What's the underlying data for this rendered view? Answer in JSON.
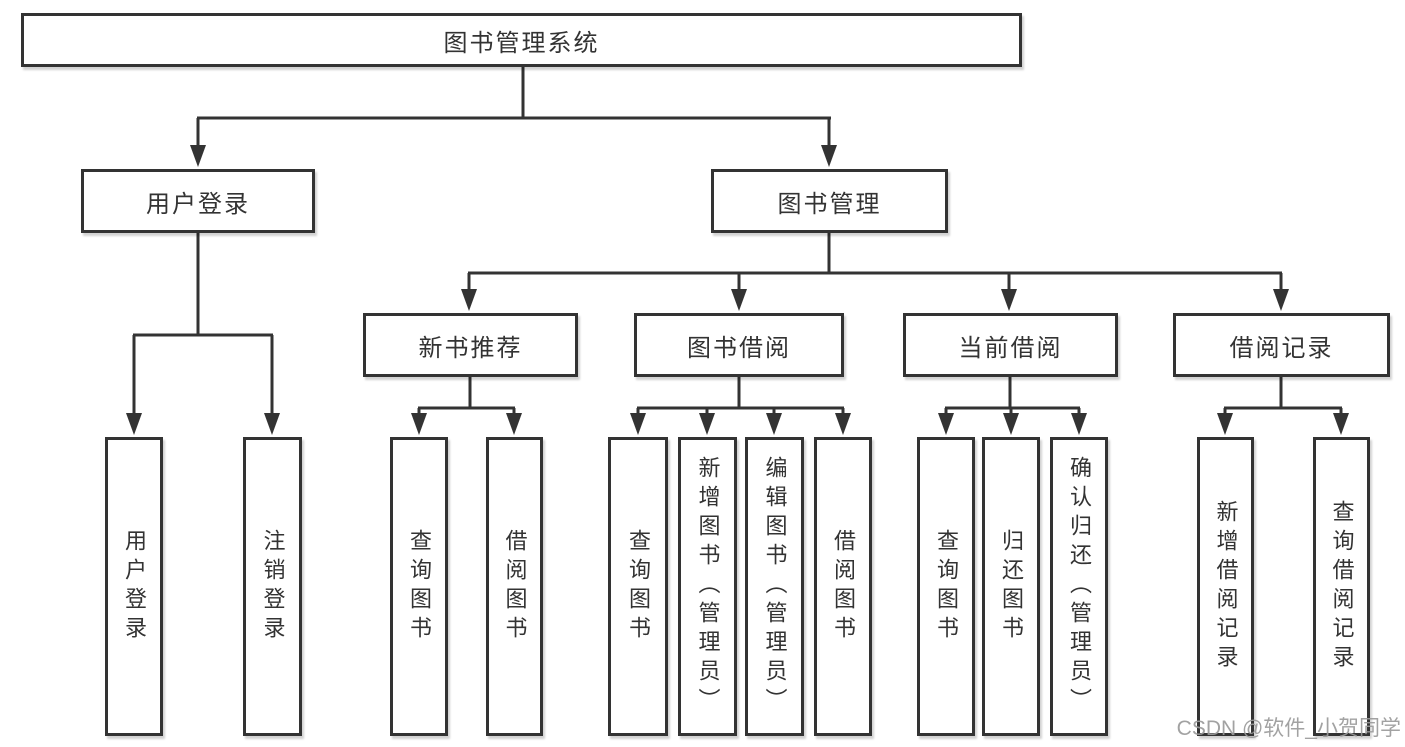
{
  "diagram_type": "hierarchy-tree",
  "tree": {
    "label": "图书管理系统",
    "children": [
      {
        "label": "用户登录",
        "children": [
          {
            "label": "用户登录"
          },
          {
            "label": "注销登录"
          }
        ]
      },
      {
        "label": "图书管理",
        "children": [
          {
            "label": "新书推荐",
            "children": [
              {
                "label": "查询图书"
              },
              {
                "label": "借阅图书"
              }
            ]
          },
          {
            "label": "图书借阅",
            "children": [
              {
                "label": "查询图书"
              },
              {
                "label": "新增图书（管理员）"
              },
              {
                "label": "编辑图书（管理员）"
              },
              {
                "label": "借阅图书"
              }
            ]
          },
          {
            "label": "当前借阅",
            "children": [
              {
                "label": "查询图书"
              },
              {
                "label": "归还图书"
              },
              {
                "label": "确认归还（管理员）"
              }
            ]
          },
          {
            "label": "借阅记录",
            "children": [
              {
                "label": "新增借阅记录"
              },
              {
                "label": "查询借阅记录"
              }
            ]
          }
        ]
      }
    ]
  },
  "watermark": {
    "text": "CSDN @软件_小贺同学"
  },
  "colors": {
    "line": "#333333",
    "box_border": "#333333",
    "box_fill": "#ffffff",
    "text": "#333333",
    "watermark": "#9b9b9b",
    "background": "#ffffff"
  }
}
